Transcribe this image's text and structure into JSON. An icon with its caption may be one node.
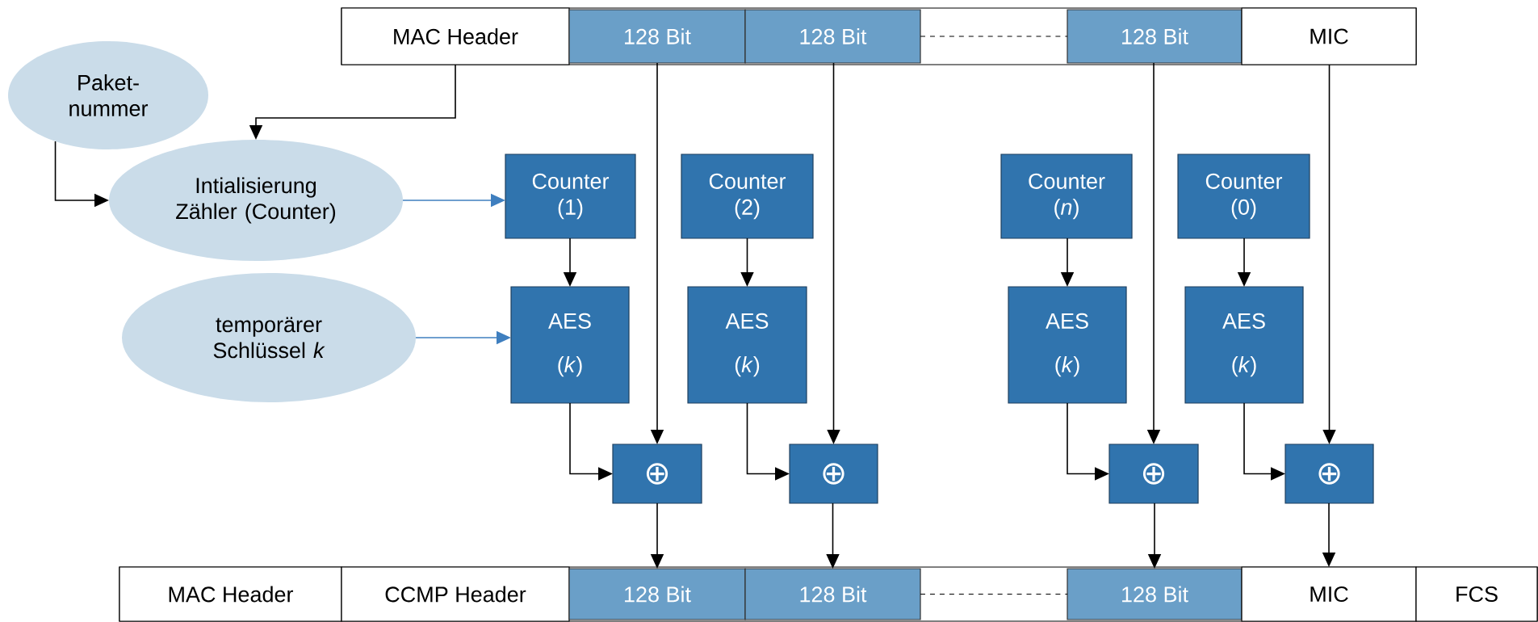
{
  "diagram": {
    "nodes": [
      {
        "text": [
          "MAC Header"
        ]
      },
      {
        "text": [
          "128 Bit"
        ]
      },
      {
        "text": [
          "128 Bit"
        ]
      },
      {
        "text": [
          "128 Bit"
        ]
      },
      {
        "text": [
          "MIC"
        ]
      },
      {
        "text": [
          "Paket-nummer"
        ]
      },
      {
        "text": [
          "Intialisierung Zähler (Counter)"
        ]
      },
      {
        "text": [
          "Counter (1)"
        ]
      },
      {
        "text": [
          "Counter (2)"
        ]
      },
      {
        "text": [
          "Counter (*n*)"
        ]
      },
      {
        "text": [
          "Counter (0)"
        ]
      },
      {
        "text": [
          "temporärer Schlüssel *k*"
        ]
      },
      {
        "text": [
          "AES (*k*)"
        ]
      },
      {
        "text": [
          "AES (*k*)"
        ]
      },
      {
        "text": [
          "AES (*k*)"
        ]
      },
      {
        "text": [
          "AES (*k*)"
        ]
      },
      {
        "text": [
          "⊕"
        ]
      },
      {
        "text": [
          "⊕"
        ]
      },
      {
        "text": [
          "⊕"
        ]
      },
      {
        "text": [
          "⊕"
        ]
      },
      {
        "text": [
          "MAC Header"
        ]
      },
      {
        "text": [
          "CCMP Header"
        ]
      },
      {
        "text": [
          "128 Bit"
        ]
      },
      {
        "text": [
          "128 Bit"
        ]
      },
      {
        "text": [
          "128 Bit"
        ]
      },
      {
        "text": [
          "MIC"
        ]
      },
      {
        "text": [
          "FCS"
        ]
      }
    ],
    "edges": [
      {
        "from": 0,
        "to": 6,
        "arrow": "to"
      },
      {
        "from": 5,
        "to": 6,
        "arrow": "to"
      },
      {
        "from": 6,
        "to": 7,
        "arrow": "to",
        "color": "#3f7fbf"
      },
      {
        "from": 11,
        "to": 12,
        "arrow": "to",
        "color": "#3f7fbf"
      },
      {
        "from": 7,
        "to": 12,
        "arrow": "to"
      },
      {
        "from": 8,
        "to": 13,
        "arrow": "to"
      },
      {
        "from": 9,
        "to": 14,
        "arrow": "to"
      },
      {
        "from": 10,
        "to": 15,
        "arrow": "to"
      },
      {
        "from": 12,
        "to": 16,
        "arrow": "to"
      },
      {
        "from": 13,
        "to": 17,
        "arrow": "to"
      },
      {
        "from": 14,
        "to": 18,
        "arrow": "to"
      },
      {
        "from": 15,
        "to": 19,
        "arrow": "to"
      },
      {
        "from": 1,
        "to": 16,
        "arrow": "to"
      },
      {
        "from": 2,
        "to": 17,
        "arrow": "to"
      },
      {
        "from": 3,
        "to": 18,
        "arrow": "to"
      },
      {
        "from": 4,
        "to": 19,
        "arrow": "to"
      },
      {
        "from": 16,
        "to": 22,
        "arrow": "to"
      },
      {
        "from": 17,
        "to": 23,
        "arrow": "to"
      },
      {
        "from": 18,
        "to": 24,
        "arrow": "to"
      },
      {
        "from": 19,
        "to": 25,
        "arrow": "to"
      },
      {
        "from": 2,
        "to": 3,
        "arrow": "none",
        "style": "dashed"
      },
      {
        "from": 23,
        "to": 24,
        "arrow": "none",
        "style": "dashed"
      }
    ]
  }
}
